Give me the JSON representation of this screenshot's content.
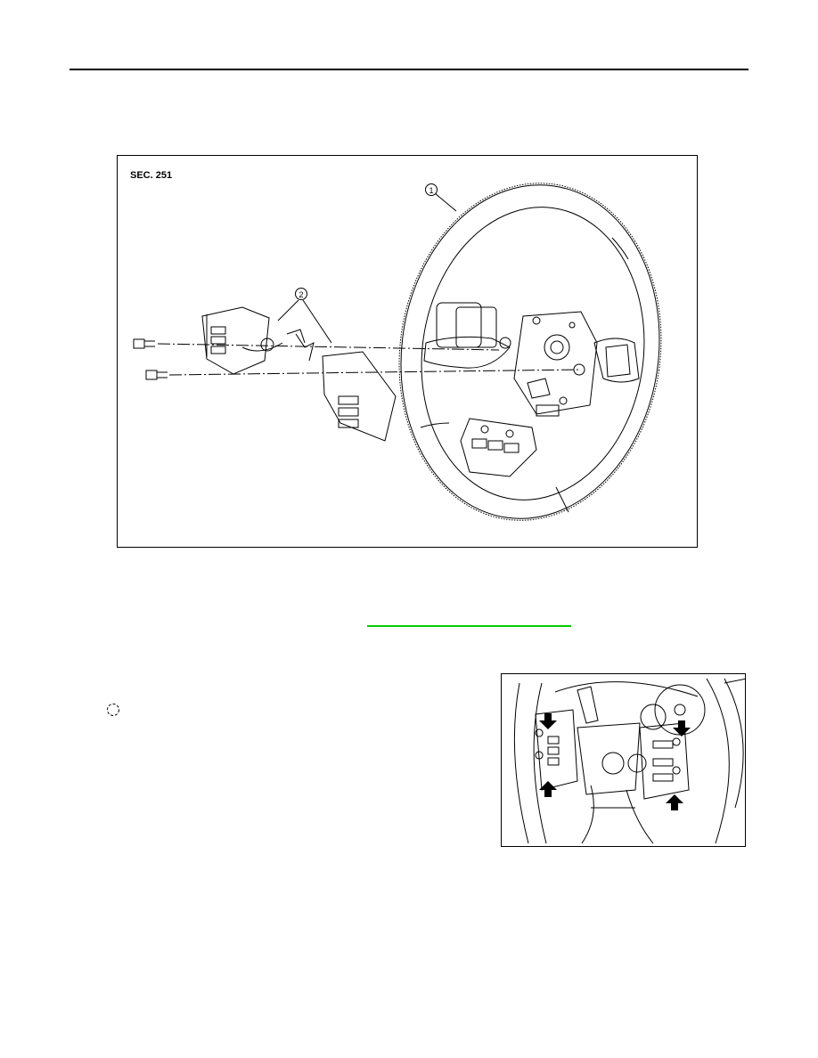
{
  "figure_main": {
    "section_label": "SEC. 251",
    "callouts": [
      "1",
      "2"
    ]
  },
  "link": {
    "underline_color": "#00cc00"
  },
  "icons": {
    "step_marker": "dashed-circle-icon",
    "removal_arrows": "arrow-icon"
  }
}
